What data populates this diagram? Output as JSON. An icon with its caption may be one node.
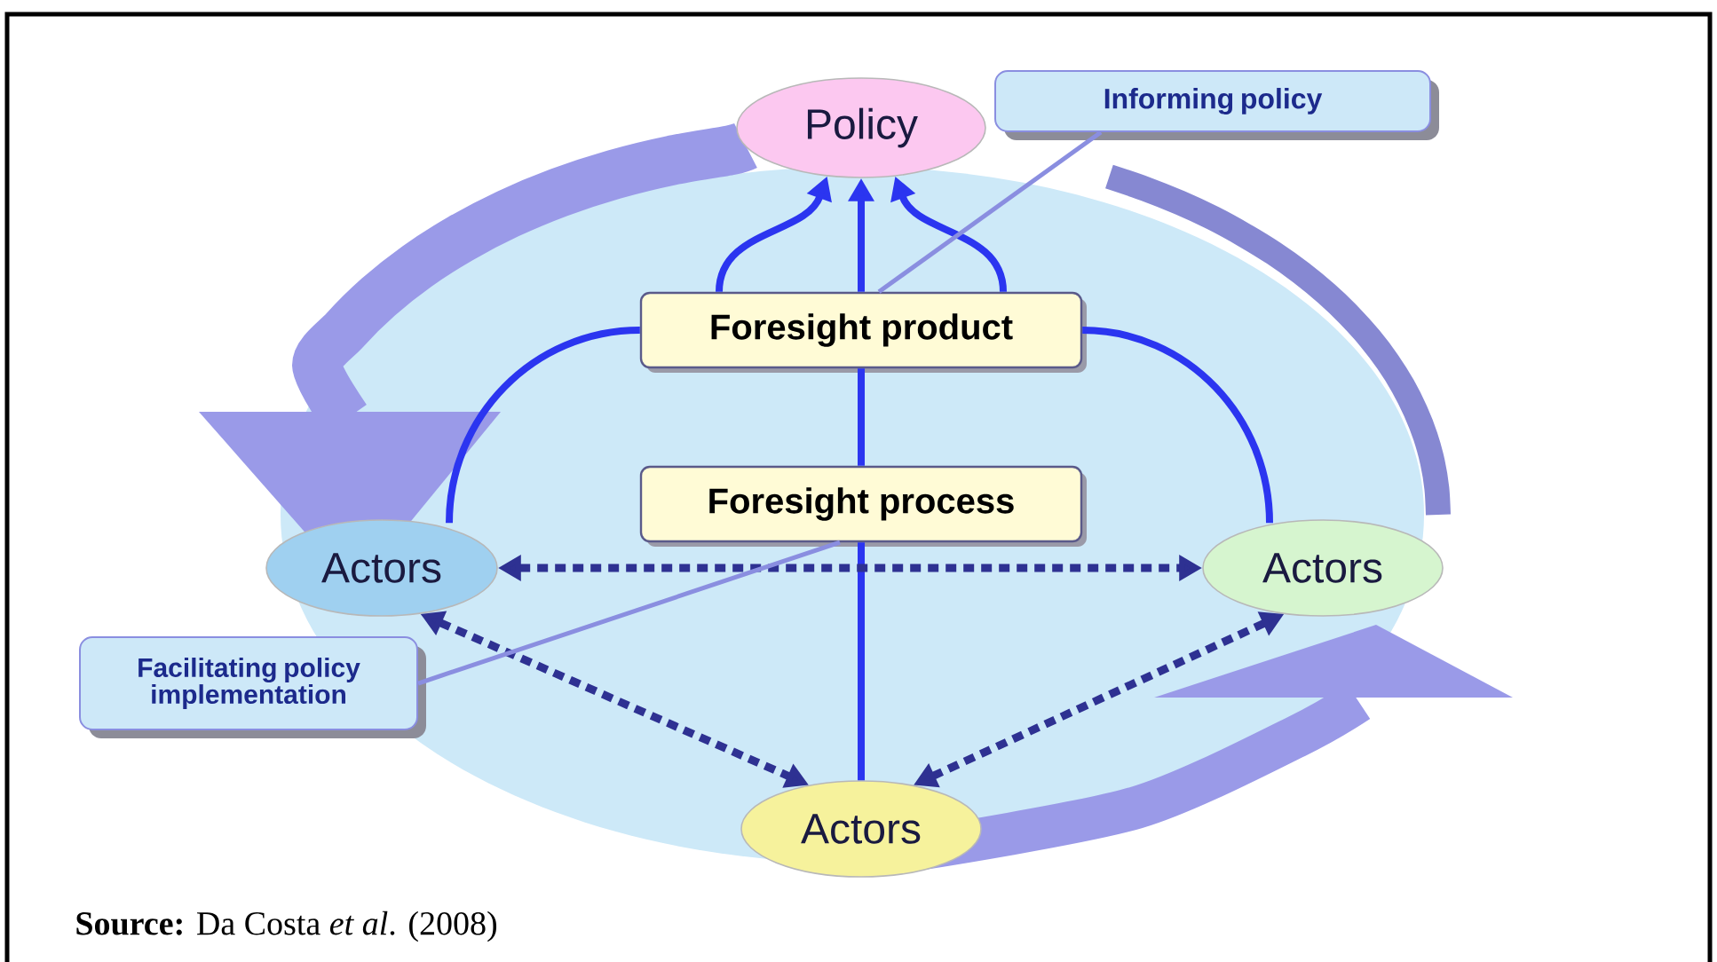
{
  "diagram": {
    "caption": "**Source:** Da Costa *et al*. (2008)",
    "nodes": [
      {
        "text": [
          "Policy"
        ]
      },
      {
        "text": [
          "Informing policy"
        ]
      },
      {
        "text": [
          "Foresight product"
        ]
      },
      {
        "text": [
          "Foresight process"
        ]
      },
      {
        "text": [
          "Actors"
        ]
      },
      {
        "text": [
          "Actors"
        ]
      },
      {
        "text": [
          "Actors"
        ]
      },
      {
        "text": [
          "Facilitating policy implementation"
        ]
      }
    ],
    "edges": [
      {
        "from": 2,
        "to": 0,
        "arrow": "to"
      },
      {
        "from": 2,
        "to": 0,
        "arrow": "to"
      },
      {
        "from": 2,
        "to": 0,
        "arrow": "to"
      },
      {
        "from": 3,
        "to": 2,
        "arrow": "none"
      },
      {
        "from": 6,
        "to": 3,
        "arrow": "none"
      },
      {
        "from": 4,
        "to": 2,
        "arrow": "none"
      },
      {
        "from": 5,
        "to": 2,
        "arrow": "none"
      },
      {
        "from": 4,
        "to": 5,
        "arrow": "both",
        "style": "dashed",
        "color": "#2e3192"
      },
      {
        "from": 4,
        "to": 6,
        "arrow": "both",
        "style": "dashed",
        "color": "#2e3192"
      },
      {
        "from": 5,
        "to": 6,
        "arrow": "both",
        "style": "dashed",
        "color": "#2e3192"
      },
      {
        "from": 1,
        "to": 2,
        "arrow": "none",
        "color": "#8a8ee0"
      },
      {
        "from": 7,
        "to": 3,
        "arrow": "none",
        "color": "#8a8ee0"
      }
    ]
  }
}
